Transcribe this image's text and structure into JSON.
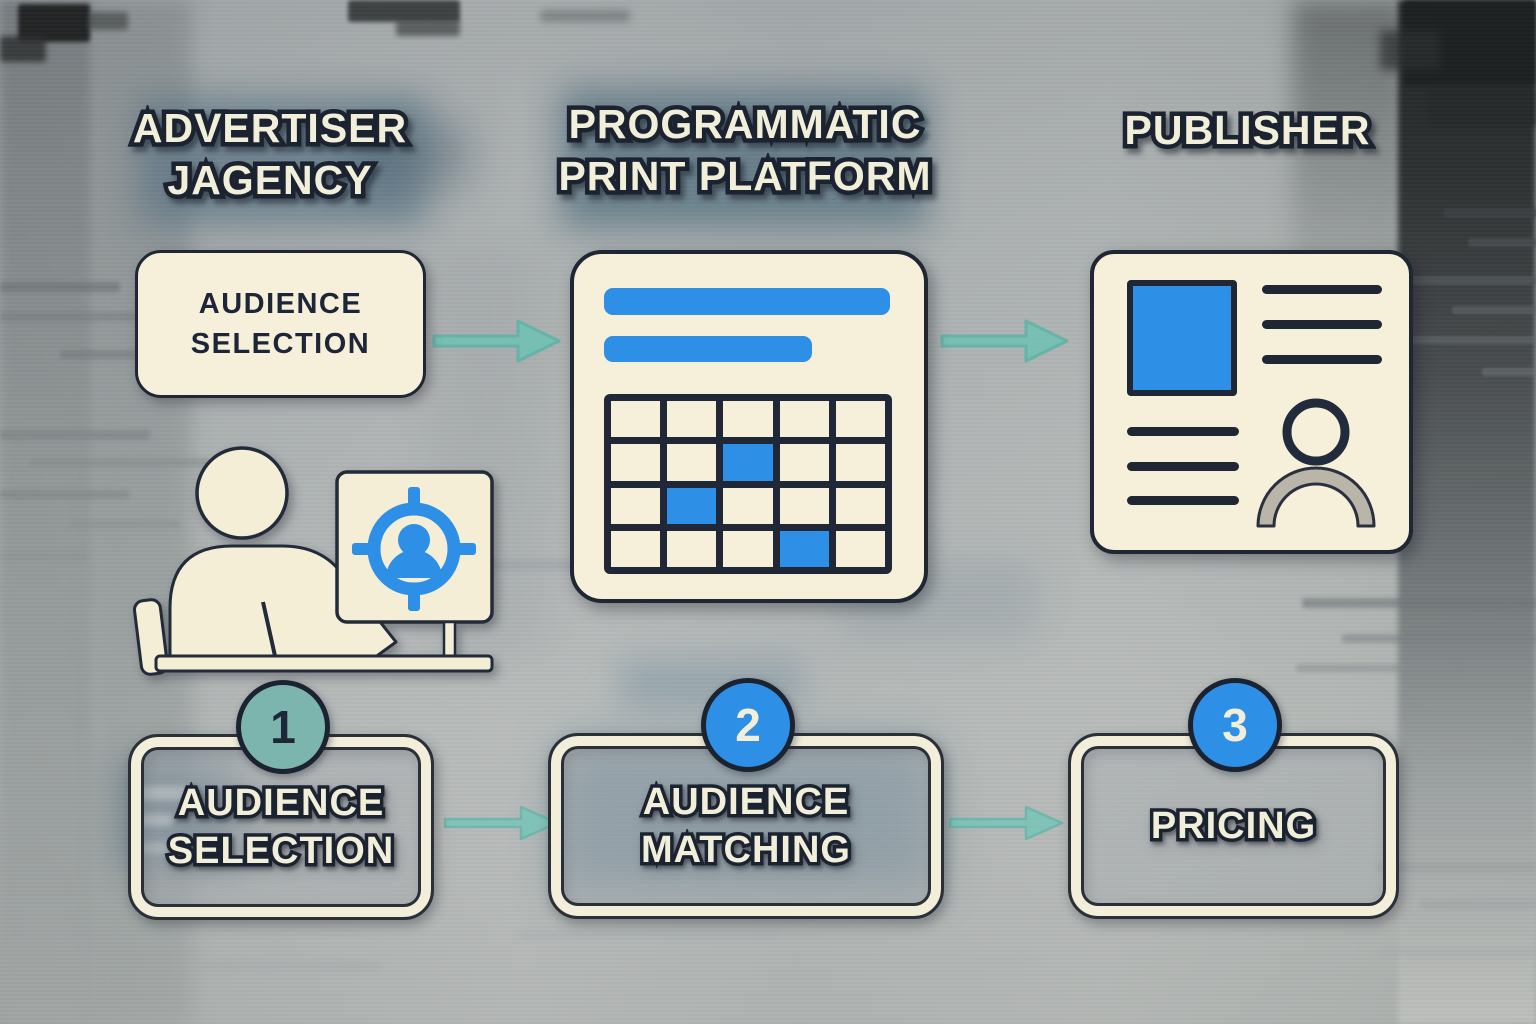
{
  "columns": {
    "advertiser": {
      "header_line1": "ADVERTISER",
      "header_line2": "JAGENCY"
    },
    "platform": {
      "header_line1": "PROGRAMMATIC",
      "header_line2": "PRINT PLATFORM"
    },
    "publisher": {
      "header_line1": "PUBLISHER"
    }
  },
  "advertiser": {
    "audience_box_line1": "AUDIENCE",
    "audience_box_line2": "SELECTION"
  },
  "steps": {
    "step1": {
      "number": "1",
      "line1": "AUDIENCE",
      "line2": "SELECTION"
    },
    "step2": {
      "number": "2",
      "line1": "AUDIENCE",
      "line2": "MATCHING"
    },
    "step3": {
      "number": "3",
      "line1": "PRICING"
    }
  },
  "icons": {
    "advertiser_icon": "person-at-computer-with-target-screen",
    "platform_icon": "panel-with-bars-and-calendar-grid",
    "publisher_icon": "newspaper-page-with-profile",
    "flow_arrow": "right-arrow"
  },
  "colors": {
    "cream": "#f5efd8",
    "navy": "#1f2735",
    "blue": "#2e8fe6",
    "teal_arrow": "#74c0b4",
    "teal_badge": "#7cb4ae"
  }
}
